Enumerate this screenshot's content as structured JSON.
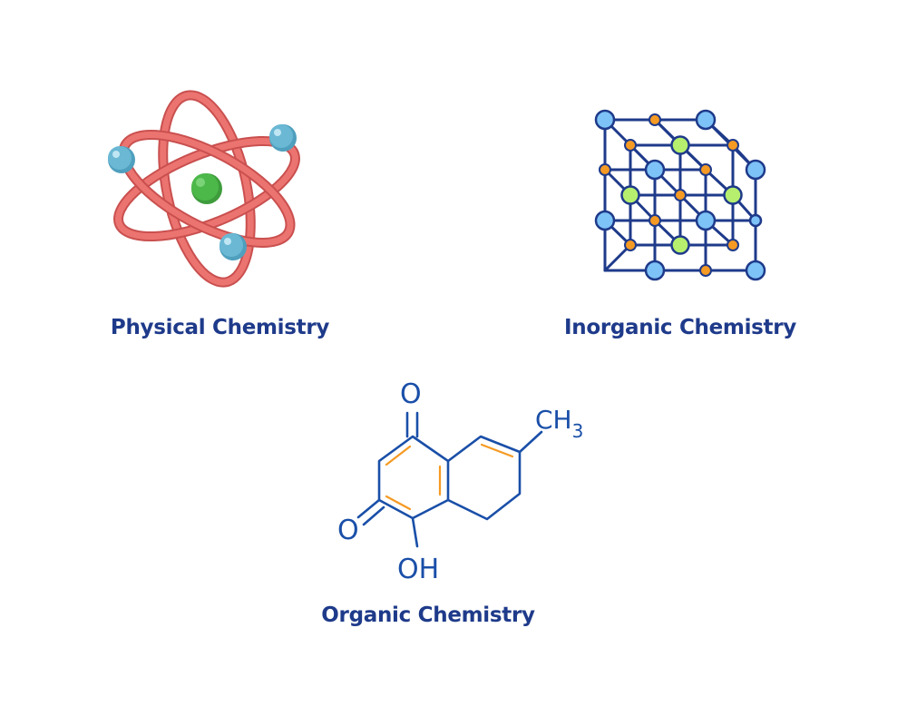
{
  "sections": {
    "physical": {
      "title": "Physical Chemistry",
      "icon": "atom-icon",
      "colors": {
        "orbit": "#ec7470",
        "electron": "#6ab8d4",
        "nucleus": "#4cb84a"
      }
    },
    "inorganic": {
      "title": "Inorganic Chemistry",
      "icon": "crystal-lattice-icon",
      "colors": {
        "line": "#1e3a8a",
        "large_atom": "#7ec3f7",
        "small_atom": "#f59a23",
        "center_atom": "#b6ee6e"
      }
    },
    "organic": {
      "title": "Organic Chemistry",
      "icon": "molecule-structure-icon",
      "labels": {
        "carbonyl_top": "O",
        "carbonyl_left": "O",
        "hydroxyl": "OH",
        "methyl": "CH",
        "methyl_subscript": "3"
      },
      "colors": {
        "bond": "#1a4fa8",
        "double_bond": "#f59a23"
      }
    }
  }
}
